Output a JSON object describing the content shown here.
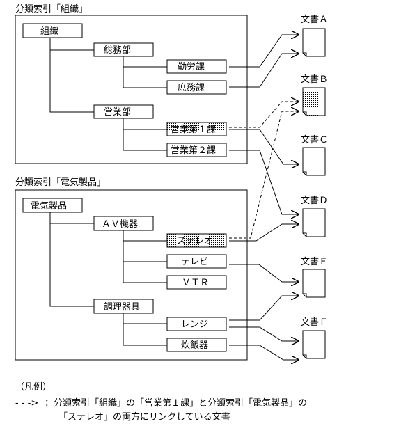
{
  "section1": {
    "title": "分類索引「組織」",
    "root": "組織",
    "dept1": "総務部",
    "dept1_children": [
      "勤労課",
      "庶務課"
    ],
    "dept2": "営業部",
    "dept2_children": [
      "営業第１課",
      "営業第２課"
    ]
  },
  "section2": {
    "title": "分類索引「電気製品」",
    "root": "電気製品",
    "cat1": "ＡＶ機器",
    "cat1_children": [
      "ステレオ",
      "テレビ",
      "ＶＴＲ"
    ],
    "cat2": "調理器具",
    "cat2_children": [
      "レンジ",
      "炊飯器"
    ]
  },
  "documents": [
    "文書Ａ",
    "文書Ｂ",
    "文書Ｃ",
    "文書Ｄ",
    "文書Ｅ",
    "文書Ｆ"
  ],
  "legend": {
    "title": "（凡例）",
    "arrow": "- - ->",
    "line1": "：分類索引「組織」の「営業第１課」と分類索引「電気製品」の",
    "line2": "「ステレオ」の両方にリンクしている文書"
  }
}
